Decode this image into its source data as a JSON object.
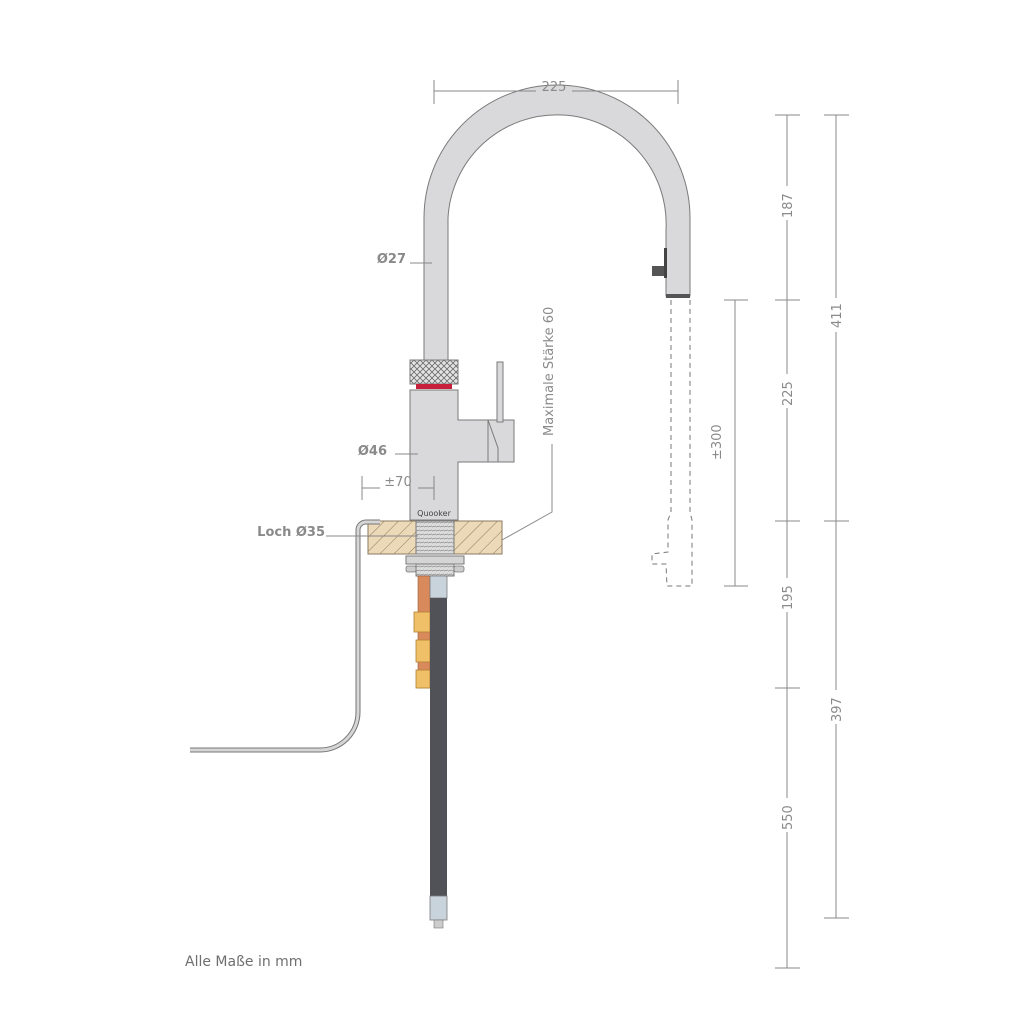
{
  "diagram": {
    "type": "technical-dimension-drawing",
    "subject": "Quooker tap with curved spout",
    "brand_label": "Quooker",
    "footnote": "Alle Maße in mm",
    "labels": {
      "spout_diameter": "Ø27",
      "body_diameter": "Ø46",
      "handle_offset": "±70",
      "hole": "Loch Ø35",
      "max_thickness": "Maximale Stärke 60"
    },
    "dimensions": {
      "spout_reach": "225",
      "spout_arc_height": "187",
      "spout_to_countertop": "225",
      "below_countertop_upper": "195",
      "hose_length": "550",
      "total_above": "411",
      "total_below": "397",
      "pullout_length": "±300"
    },
    "colors": {
      "metal": "#d9d9db",
      "outline": "#7a7a7a",
      "dimension_line": "#888888",
      "hot_ring": "#c8203c",
      "wood": "#ecd9b8",
      "copper": "#d98a5c",
      "brass": "#f0c068",
      "hose": "#505258",
      "hose_cap": "#c9d3dc"
    }
  }
}
